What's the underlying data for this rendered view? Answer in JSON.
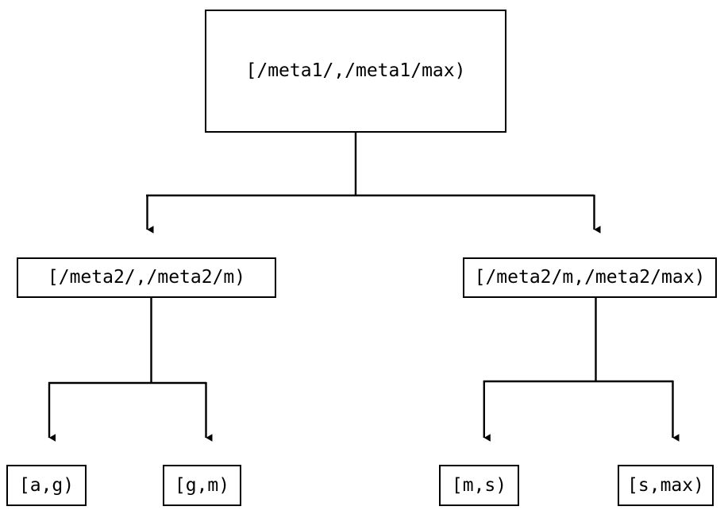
{
  "diagram": {
    "type": "tree",
    "title": "",
    "background_color": "#ffffff",
    "line_color": "#000000",
    "text_color": "#000000",
    "nodes": {
      "root": {
        "label": "[/meta1/,/meta1/max)",
        "level": 0
      },
      "meta2_left": {
        "label": "[/meta2/,/meta2/m)",
        "level": 1
      },
      "meta2_right": {
        "label": "[/meta2/m,/meta2/max)",
        "level": 1
      },
      "leaf_ag": {
        "label": "[a,g)",
        "level": 2
      },
      "leaf_gm": {
        "label": "[g,m)",
        "level": 2
      },
      "leaf_ms": {
        "label": "[m,s)",
        "level": 2
      },
      "leaf_smax": {
        "label": "[s,max)",
        "level": 2
      }
    },
    "edges": [
      {
        "from": "root",
        "to": "meta2_left",
        "arrow": "down-triangle"
      },
      {
        "from": "root",
        "to": "meta2_right",
        "arrow": "down-triangle"
      },
      {
        "from": "meta2_left",
        "to": "leaf_ag",
        "arrow": "down-triangle"
      },
      {
        "from": "meta2_left",
        "to": "leaf_gm",
        "arrow": "down-triangle"
      },
      {
        "from": "meta2_right",
        "to": "leaf_ms",
        "arrow": "down-triangle"
      },
      {
        "from": "meta2_right",
        "to": "leaf_smax",
        "arrow": "down-triangle"
      }
    ]
  }
}
